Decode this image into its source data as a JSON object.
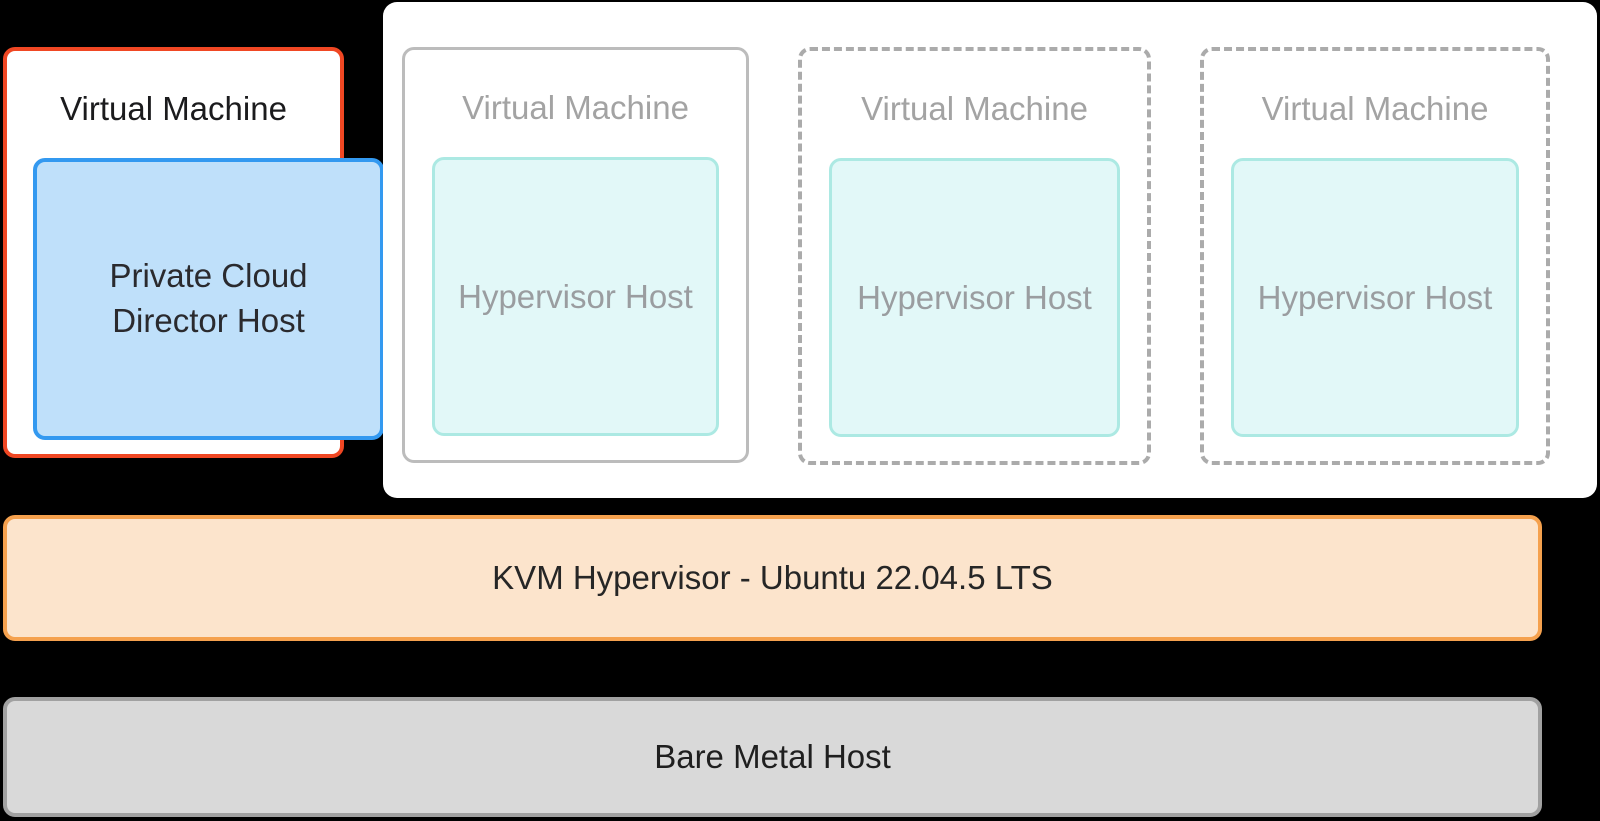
{
  "diagram": {
    "background_color": "#000000"
  },
  "pcd_vm": {
    "title": "Virtual Machine",
    "host_label": "Private Cloud Director Host",
    "border_color": "#F04723",
    "title_color": "#1b1b1d",
    "host_fill_color": "#BFE0FA",
    "host_border_color": "#3399F0",
    "host_text_color": "#2a2a2e"
  },
  "cluster": {
    "panel_color": "#ffffff",
    "title_color": "#A3A3A3",
    "host_fill_color": "#E2F8F8",
    "host_border_color": "#ACE9E3",
    "host_text_color": "#9A9DA0",
    "vms": [
      {
        "title": "Virtual Machine",
        "host_label": "Hypervisor Host",
        "border_style": "solid",
        "border_color": "#BCBCBC"
      },
      {
        "title": "Virtual Machine",
        "host_label": "Hypervisor Host",
        "border_style": "dashed",
        "border_color": "#ABABAB"
      },
      {
        "title": "Virtual Machine",
        "host_label": "Hypervisor Host",
        "border_style": "dashed",
        "border_color": "#ABABAB"
      }
    ]
  },
  "hypervisor_layer": {
    "label": "KVM Hypervisor - Ubuntu 22.04.5 LTS",
    "fill_color": "#FCE4CC",
    "border_color": "#F5A14E",
    "text_color": "#262626"
  },
  "bare_metal_layer": {
    "label": "Bare Metal Host",
    "fill_color": "#D9D9D9",
    "border_color": "#A1A1A1",
    "text_color": "#1f1f1f"
  }
}
